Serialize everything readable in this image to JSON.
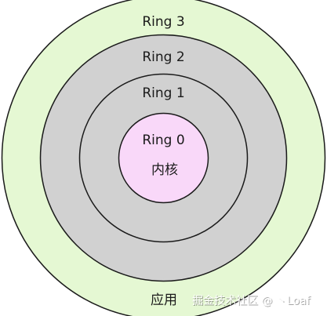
{
  "rings": [
    {
      "id": "ring3",
      "label": "Ring 3",
      "fill": "#e5f8d3"
    },
    {
      "id": "ring2",
      "label": "Ring 2",
      "fill": "#d1d1d1"
    },
    {
      "id": "ring1",
      "label": "Ring 1",
      "fill": "#d1d1d1"
    },
    {
      "id": "ring0",
      "label": "Ring 0",
      "fill": "#f9d8f9"
    }
  ],
  "kernel_label": "内核",
  "app_label": "应用",
  "watermark": "掘金技术社区 @ 丶Loaf",
  "stroke_color": "#1a1a1a"
}
